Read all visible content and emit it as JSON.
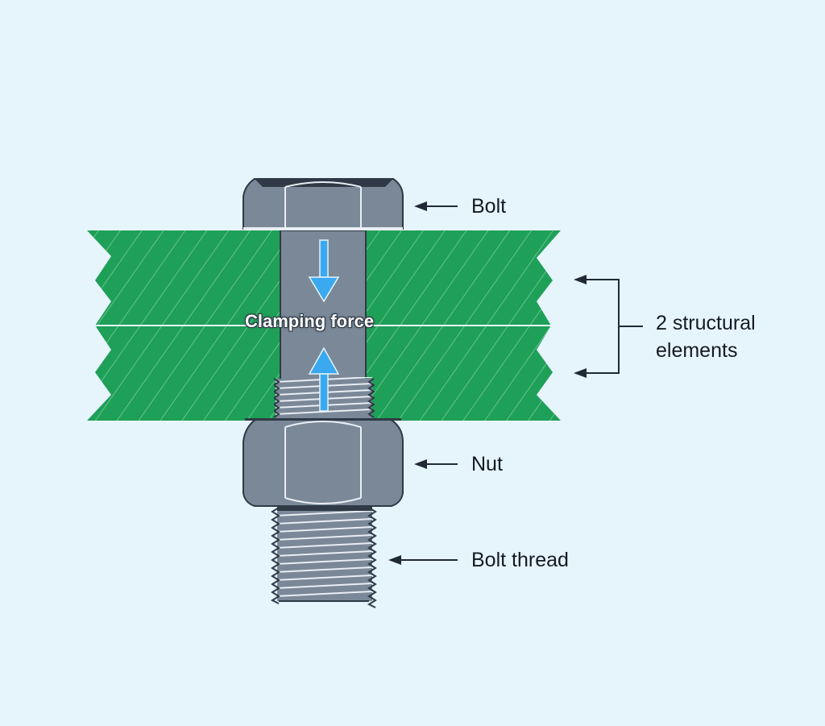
{
  "labels": {
    "bolt": "Bolt",
    "structural_line1": "2 structural",
    "structural_line2": "elements",
    "nut": "Nut",
    "bolt_thread": "Bolt thread",
    "clamping_force": "Clamping force"
  },
  "colors": {
    "background": "#e6f4fc",
    "plate": "#1fa058",
    "hatch": "#8fd3a6",
    "steel": "#7a8898",
    "steel_dark": "#2f3a46",
    "arrow": "#3aa9f0",
    "callout": "#1f2a36"
  },
  "icons": {
    "callout_arrows": "left-arrow-icon",
    "force_arrows": "down-arrow-icon, up-arrow-icon"
  }
}
